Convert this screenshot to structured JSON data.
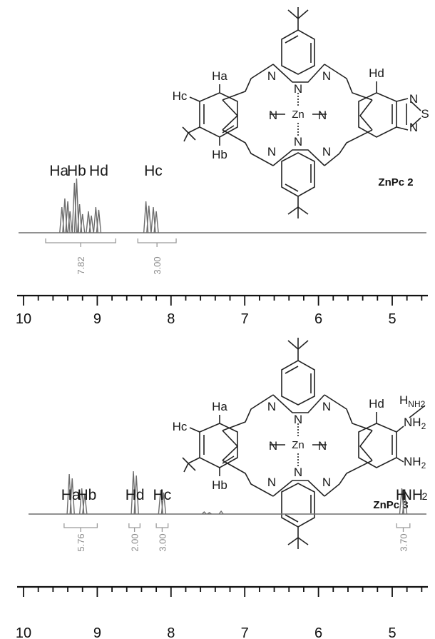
{
  "panels": [
    {
      "compound_label": "ZnPc 2",
      "peak_labels": [
        {
          "text": "Ha",
          "ppm": 9.52
        },
        {
          "text": "Hb",
          "ppm": 9.28
        },
        {
          "text": "Hd",
          "ppm": 8.98
        },
        {
          "text": "Hc",
          "ppm": 8.24
        }
      ],
      "integrals": [
        {
          "value": "7.82",
          "from": 9.7,
          "to": 8.75
        },
        {
          "value": "3.00",
          "from": 8.45,
          "to": 7.93
        }
      ],
      "peaks": [
        {
          "ppm": 9.48,
          "h": 36
        },
        {
          "ppm": 9.44,
          "h": 48
        },
        {
          "ppm": 9.4,
          "h": 44
        },
        {
          "ppm": 9.37,
          "h": 30
        },
        {
          "ppm": 9.31,
          "h": 70
        },
        {
          "ppm": 9.28,
          "h": 76
        },
        {
          "ppm": 9.24,
          "h": 40
        },
        {
          "ppm": 9.2,
          "h": 26
        },
        {
          "ppm": 9.12,
          "h": 30
        },
        {
          "ppm": 9.08,
          "h": 24
        },
        {
          "ppm": 9.02,
          "h": 36
        },
        {
          "ppm": 8.98,
          "h": 32
        },
        {
          "ppm": 8.34,
          "h": 44
        },
        {
          "ppm": 8.3,
          "h": 38
        },
        {
          "ppm": 8.24,
          "h": 36
        },
        {
          "ppm": 8.2,
          "h": 30
        }
      ],
      "atom_labels": {
        "ha": "Ha",
        "hb": "Hb",
        "hc": "Hc",
        "hd": "Hd"
      }
    },
    {
      "compound_label": "ZnPc 3",
      "peak_labels": [
        {
          "text": "Ha",
          "ppm": 9.36
        },
        {
          "text": "Hb",
          "ppm": 9.14
        },
        {
          "text": "Hd",
          "ppm": 8.49
        },
        {
          "text": "Hc",
          "ppm": 8.12
        },
        {
          "text": "H",
          "ppm": 4.88
        },
        {
          "text": "NH",
          "ppm": 4.73
        },
        {
          "text": "2",
          "ppm": 4.56
        }
      ],
      "integrals": [
        {
          "value": "5.76",
          "from": 9.45,
          "to": 9.0
        },
        {
          "value": "2.00",
          "from": 8.57,
          "to": 8.42
        },
        {
          "value": "3.00",
          "from": 8.2,
          "to": 8.04
        },
        {
          "value": "3.70",
          "from": 4.94,
          "to": 4.76
        }
      ],
      "peaks": [
        {
          "ppm": 9.38,
          "h": 56
        },
        {
          "ppm": 9.34,
          "h": 50
        },
        {
          "ppm": 9.21,
          "h": 36
        },
        {
          "ppm": 9.17,
          "h": 28
        },
        {
          "ppm": 8.51,
          "h": 60
        },
        {
          "ppm": 8.47,
          "h": 54
        },
        {
          "ppm": 8.14,
          "h": 34
        },
        {
          "ppm": 8.1,
          "h": 30
        },
        {
          "ppm": 7.55,
          "h": 3
        },
        {
          "ppm": 7.48,
          "h": 2
        },
        {
          "ppm": 7.32,
          "h": 4
        },
        {
          "ppm": 4.87,
          "h": 36
        },
        {
          "ppm": 4.83,
          "h": 32
        }
      ],
      "atom_labels": {
        "ha": "Ha",
        "hb": "Hb",
        "hc": "Hc",
        "hd": "Hd",
        "hnh2": "H",
        "hnh2_sub": "NH2",
        "nh2": "NH",
        "nh2_sub": "2"
      }
    }
  ],
  "axis": {
    "ticks": [
      "10",
      "9",
      "8",
      "7",
      "6",
      "5"
    ],
    "tick_values": [
      10,
      9,
      8,
      7,
      6,
      5
    ],
    "range": [
      10.15,
      4.45
    ]
  },
  "structure_atoms": {
    "n": "N",
    "zn": "Zn",
    "s": "S"
  },
  "colors": {
    "spectrum": "#6d6d6d",
    "bracket": "#9a9a9a",
    "ink": "#1a1a1a"
  }
}
